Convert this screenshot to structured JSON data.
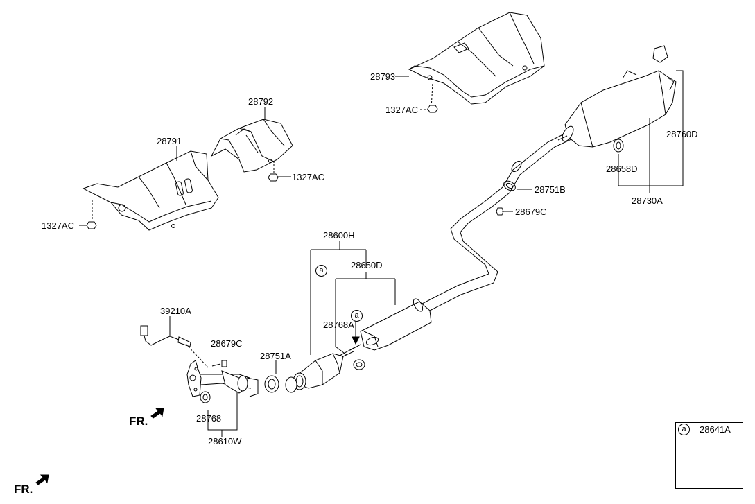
{
  "parts": {
    "p28791": "28791",
    "p28792": "28792",
    "p28793": "28793",
    "p1327ac_a": "1327AC",
    "p1327ac_b": "1327AC",
    "p1327ac_c": "1327AC",
    "p28760d": "28760D",
    "p28658d": "28658D",
    "p28730a": "28730A",
    "p28751b": "28751B",
    "p28679c_rear": "28679C",
    "p28600h": "28600H",
    "p28650d": "28650D",
    "p28768a": "28768A",
    "p39210a": "39210A",
    "p28679c_front": "28679C",
    "p28751a": "28751A",
    "p28768": "28768",
    "p28610w": "28610W"
  },
  "callout_letter": "a",
  "legend": {
    "letter": "a",
    "part": "28641A"
  },
  "front_marker": "FR.",
  "colors": {
    "line": "#000000",
    "part_fill": "#ffffff",
    "shade": "#d9d9d9"
  }
}
